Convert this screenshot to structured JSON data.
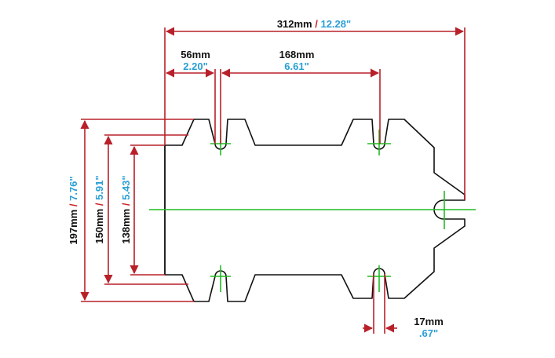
{
  "colors": {
    "dimension_line": "#b8202a",
    "outline": "#111111",
    "centerline": "#22bb22",
    "inch_text": "#2a9fd6",
    "mm_text": "#111111",
    "separator": "#cc2222"
  },
  "dimensions": {
    "overall_length": {
      "mm": "312mm",
      "sep": " / ",
      "inch": "12.28\""
    },
    "front_offset": {
      "mm": "56mm",
      "inch": "2.20\""
    },
    "hole_spacing": {
      "mm": "168mm",
      "inch": "6.61\""
    },
    "slot_width": {
      "mm": "17mm",
      "inch": ".67\""
    },
    "outer_width": {
      "mm": "197mm",
      "sep": " / ",
      "inch": "7.76\""
    },
    "mid_width": {
      "mm": "150mm",
      "sep": " / ",
      "inch": "5.91\""
    },
    "inner_width": {
      "mm": "138mm",
      "sep": " / ",
      "inch": "5.43\""
    }
  }
}
